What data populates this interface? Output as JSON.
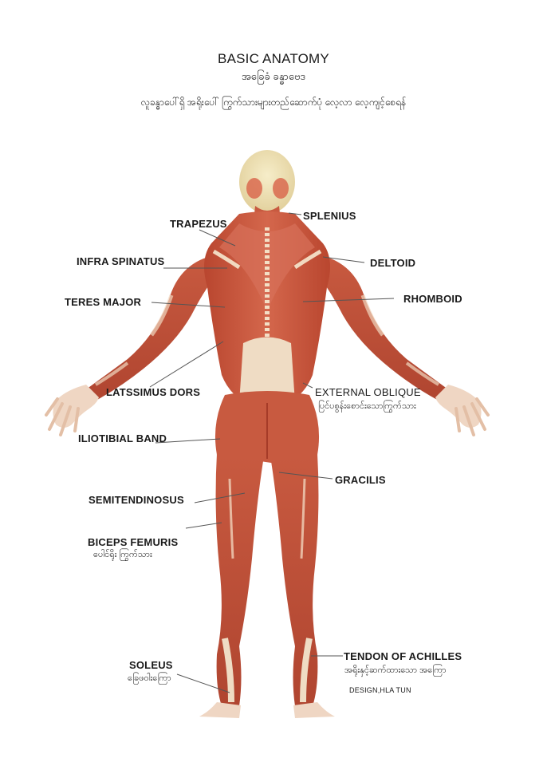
{
  "header": {
    "title": "BASIC ANATOMY",
    "subtitle": "အခြေခံ ခန္ဓာဗေဒ",
    "tagline": "လူခန္ဓာပေါ်ရှိ အရိုးပေါ် ကြွက်သားများတည်ဆောက်ပုံ လေ့လာ လေ့ကျင့်စေရန်"
  },
  "labels": {
    "splenius": "SPLENIUS",
    "trapezus": "TRAPEZUS",
    "infra_spinatus": "INFRA SPINATUS",
    "deltoid": "DELTOID",
    "teres_major": "TERES MAJOR",
    "rhomboid": "RHOMBOID",
    "latssimus_dors": "LATSSIMUS DORS",
    "external_oblique": "EXTERNAL OBLIQUE",
    "external_oblique_sub": "ပြင်ပစွန်းစောင်းသောကြွက်သား",
    "iliotibial_band": "ILIOTIBIAL BAND",
    "gracilis": "GRACILIS",
    "semitendinosus": "SEMITENDINOSUS",
    "biceps_femuris": "BICEPS FEMURIS",
    "biceps_femuris_sub": "ပေါင်ရိုး ကြွက်သား",
    "tendon_of_achilles": "TENDON OF ACHILLES",
    "tendon_of_achilles_sub": "အရိုးနှင့်ဆက်ထားသော အကြော",
    "soleus": "SOLEUS",
    "soleus_sub": "ခြေဖဝါးကြော"
  },
  "credit": "DESIGN,HLA TUN",
  "colors": {
    "muscle": "#c8553d",
    "muscle_dark": "#a63b28",
    "tendon": "#ecd9c0",
    "skull": "#efe3b8",
    "leader": "#555555"
  }
}
